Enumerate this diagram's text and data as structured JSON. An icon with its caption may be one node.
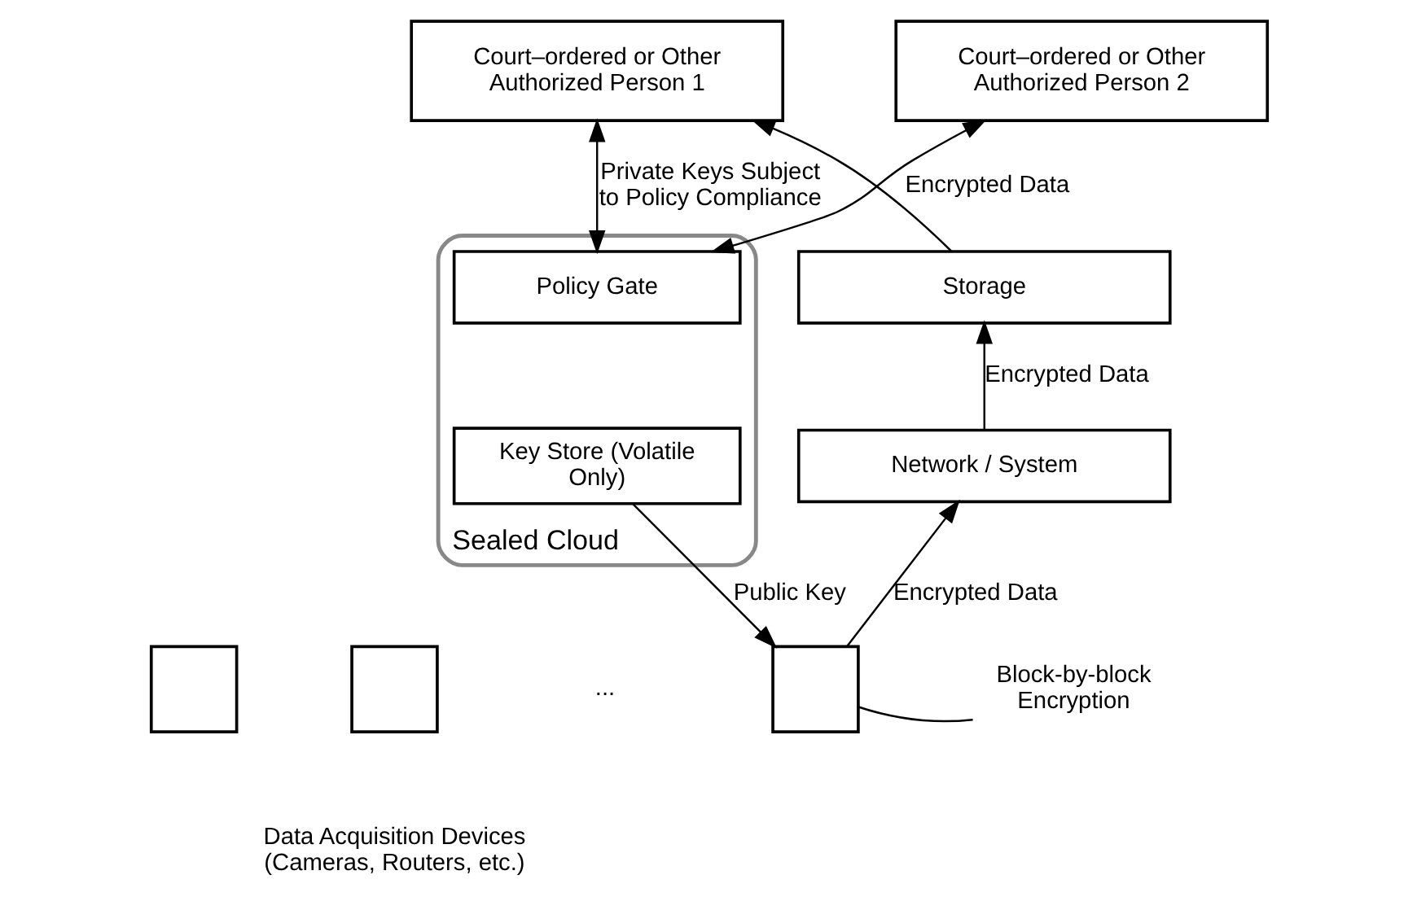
{
  "diagram": {
    "nodes": [
      {
        "text": [
          "Court–ordered or Other Authorized Person 1"
        ]
      },
      {
        "text": [
          "Court–ordered or Other Authorized Person 2"
        ]
      },
      {
        "text": [
          "Storage"
        ]
      },
      {
        "text": [
          "Network / System"
        ]
      },
      {
        "text": [],
        "shape": "box"
      },
      {
        "text": [],
        "shape": "box"
      },
      {
        "text": [],
        "shape": "box"
      },
      {
        "text": [
          "Sealed Cloud"
        ]
      },
      {
        "text": [
          "Policy Gate"
        ],
        "in": 7
      },
      {
        "text": [
          "Key Store (Volatile Only)"
        ],
        "in": 7
      },
      {
        "text": [
          "Block-by-block Encryption"
        ]
      }
    ],
    "edges": [
      {
        "from": 2,
        "to": 0,
        "arrow": "to",
        "label": "Encrypted Data"
      },
      {
        "from": 3,
        "to": 2,
        "arrow": "to",
        "label": "Encrypted Data"
      },
      {
        "from": 6,
        "to": 3,
        "arrow": "to",
        "label": "Encrypted Data"
      },
      {
        "from": 8,
        "to": 0,
        "arrow": "both",
        "label": "Private Keys Subject to Policy Compliance"
      },
      {
        "from": 8,
        "to": 1,
        "arrow": "both"
      },
      {
        "from": 9,
        "to": 6,
        "arrow": "to",
        "label": "Public Key"
      },
      {
        "from": 10,
        "to": 6,
        "arrow": "none"
      }
    ],
    "labels": [
      "...",
      "Data Acquisition Devices (Cameras, Routers, etc.)"
    ]
  }
}
